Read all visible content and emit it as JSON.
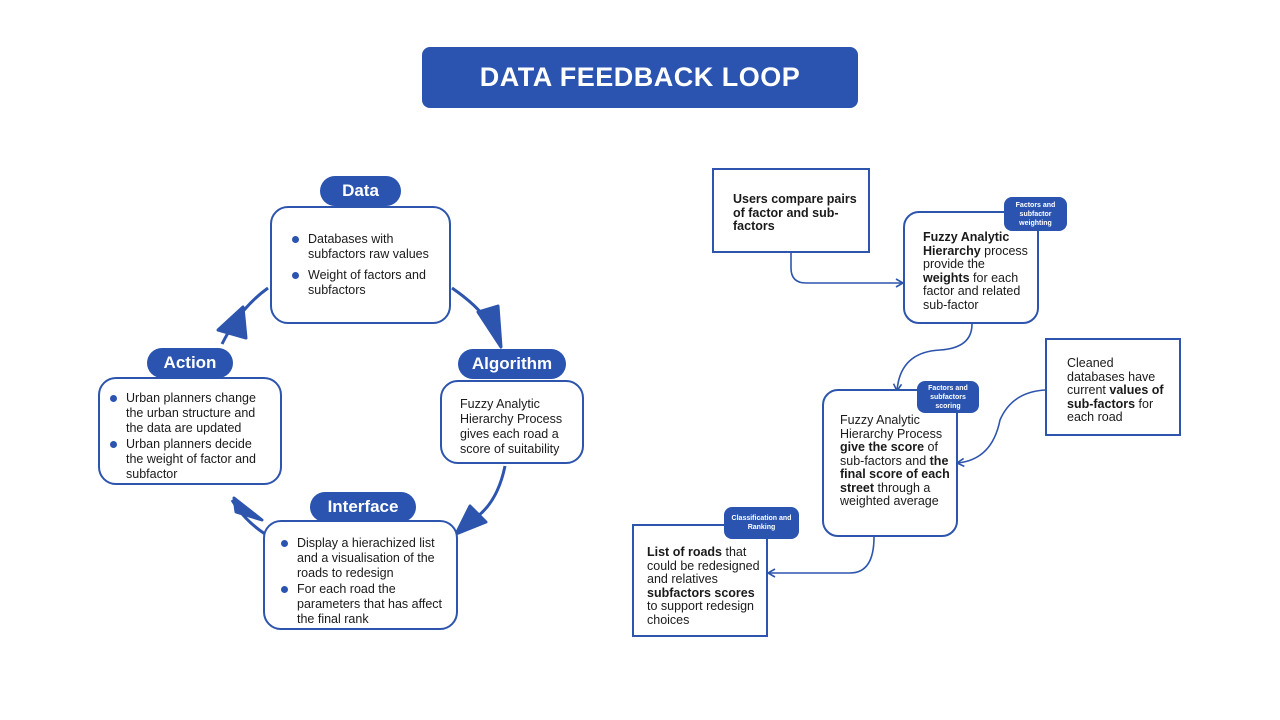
{
  "title": "DATA FEEDBACK LOOP",
  "cycle": {
    "data": {
      "label": "Data",
      "items": [
        "Databases with subfactors raw values",
        "Weight of factors and subfactors"
      ]
    },
    "algorithm": {
      "label": "Algorithm",
      "text": "Fuzzy Analytic Hierarchy Process gives each road a score of suitability"
    },
    "interface": {
      "label": "Interface",
      "items": [
        "Display a hierachized list and a visualisation of the roads to redesign",
        "For each road the parameters that has affect the final rank"
      ]
    },
    "action": {
      "label": "Action",
      "items": [
        "Urban planners change the urban structure and the data are updated",
        "Urban planners decide the weight of factor and subfactor"
      ]
    }
  },
  "flow": {
    "users": {
      "text": "Users compare pairs of factor and sub-factors"
    },
    "weighting": {
      "tag": "Factors and subfactor weighting",
      "b1": "Fuzzy Analytic Hierarchy",
      "t1": " process provide the ",
      "b2": "weights",
      "t2": " for each factor and related sub-factor"
    },
    "cleaned": {
      "t1": "Cleaned databases have current ",
      "b1": "values of sub-factors",
      "t2": " for each road"
    },
    "scoring": {
      "tag": "Factors and subfactors scoring",
      "t1": "Fuzzy Analytic Hierarchy Process ",
      "b1": "give the score",
      "t2": " of sub-factors and ",
      "b2": "the final score of each street",
      "t3": " through a weighted average"
    },
    "ranking": {
      "tag": "Classification and Ranking",
      "b1": "List of roads",
      "t1": " that could be redesigned and relatives ",
      "b2": "subfactors scores",
      "t2": " to support redesign choices"
    }
  },
  "colors": {
    "accent": "#2a54b0",
    "stroke": "#2d55ad"
  }
}
